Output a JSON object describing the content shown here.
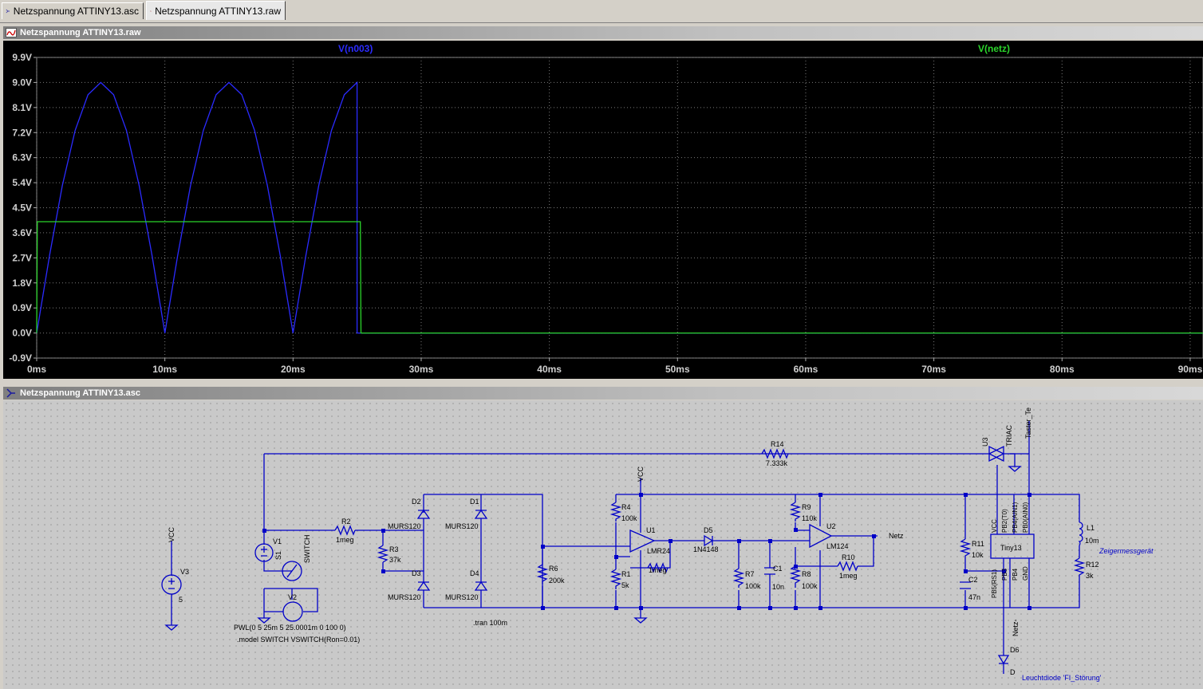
{
  "tabs": [
    {
      "label": "Netzspannung ATTINY13.asc",
      "icon": "schematic-icon"
    },
    {
      "label": "Netzspannung ATTINY13.raw",
      "icon": "waveform-icon"
    }
  ],
  "waveform_window": {
    "title": "Netzspannung ATTINY13.raw"
  },
  "schematic_window": {
    "title": "Netzspannung ATTINY13.asc"
  },
  "chart_data": {
    "type": "line",
    "x_ticks": [
      "0ms",
      "10ms",
      "20ms",
      "30ms",
      "40ms",
      "50ms",
      "60ms",
      "70ms",
      "80ms",
      "90ms"
    ],
    "y_ticks": [
      "9.9V",
      "9.0V",
      "8.1V",
      "7.2V",
      "6.3V",
      "5.4V",
      "4.5V",
      "3.6V",
      "2.7V",
      "1.8V",
      "0.9V",
      "0.0V",
      "-0.9V"
    ],
    "xlim": [
      0,
      91
    ],
    "ylim": [
      -0.9,
      9.9
    ],
    "grid": true,
    "background": "#000000",
    "series": [
      {
        "name": "V(n003)",
        "color": "#2b2bff",
        "x": [
          0,
          1,
          2,
          3,
          4,
          5,
          6,
          7,
          8,
          9,
          10,
          11,
          12,
          13,
          14,
          15,
          16,
          17,
          18,
          19,
          20,
          21,
          22,
          23,
          24,
          25,
          25.0001,
          26,
          30,
          40,
          50,
          60,
          70,
          80,
          90,
          91
        ],
        "y": [
          0,
          2.78,
          5.29,
          7.28,
          8.56,
          9.0,
          8.56,
          7.28,
          5.29,
          2.78,
          0,
          2.78,
          5.29,
          7.28,
          8.56,
          9.0,
          8.56,
          7.28,
          5.29,
          2.78,
          0,
          2.78,
          5.29,
          7.28,
          8.56,
          9.0,
          0,
          0,
          0,
          0,
          0,
          0,
          0,
          0,
          0,
          0
        ]
      },
      {
        "name": "V(netz)",
        "color": "#2bd42b",
        "x": [
          0,
          0.05,
          25.25,
          25.3,
          30,
          40,
          50,
          60,
          70,
          80,
          90,
          91
        ],
        "y": [
          0,
          4.0,
          4.0,
          0,
          0,
          0,
          0,
          0,
          0,
          0,
          0,
          0
        ]
      }
    ]
  },
  "schematic": {
    "labels": {
      "R14": "R14",
      "R14_val": "7.333k",
      "U3": "U3",
      "TRIAC": "TRIAC",
      "Taster": "Taster_Te",
      "VCC_top": "VCC",
      "VCC_left": "VCC",
      "R2": "R2",
      "R2_val": "1meg",
      "R3": "R3",
      "R3_val": "37k",
      "V1": "V1",
      "S1": "S1",
      "SWITCH": "SWITCH",
      "V2": "V2",
      "V3": "V3",
      "V3_val": "5",
      "PWL": "PWL(0 5 25m 5 25.0001m 0 100 0)",
      "model": ".model SWITCH VSWITCH(Ron=0.01)",
      "tran": ".tran 100m",
      "D1": "D1",
      "D2": "D2",
      "D3": "D3",
      "D4": "D4",
      "MURS120": "MURS120",
      "R6": "R6",
      "R6_val": "200k",
      "R4": "R4",
      "R4_val": "100k",
      "R1": "R1",
      "R1_val": "5k",
      "U1": "U1",
      "LMR": "LMR24",
      "R5_val": "1meg",
      "D5": "D5",
      "D5_val": "1N4148",
      "R7": "R7",
      "R7_val": "100k",
      "C1": "C1",
      "C1_val": "10n",
      "R9": "R9",
      "R9_val": "110k",
      "R8": "R8",
      "R8_val": "100k",
      "U2": "U2",
      "LM124": "LM124",
      "R10": "R10",
      "R10_val": "1meg",
      "Netz": "Netz",
      "R11": "R11",
      "R11_val": "10k",
      "C2": "C2",
      "C2_val": "47n",
      "Tiny": "Tiny13",
      "pin_vcc": "VCC",
      "pin_pb2": "PB2(T0)",
      "pin_pb4": "PB4(AIN1)",
      "pin_pb0": "PB0(AIN0)",
      "pin_pb5": "PB5(RS1)",
      "pin_pb3": "PB3",
      "pin_pb1": "PB4",
      "pin_gnd": "GND",
      "L1": "L1",
      "L1_val": "10m",
      "R12": "R12",
      "R12_val": "3k",
      "Zeiger": "Zeigermessgerät",
      "Netz2": "Netz-",
      "D6": "D6",
      "D_lbl": "D",
      "LED": "Leuchtdiode 'FI_Störung'"
    }
  }
}
